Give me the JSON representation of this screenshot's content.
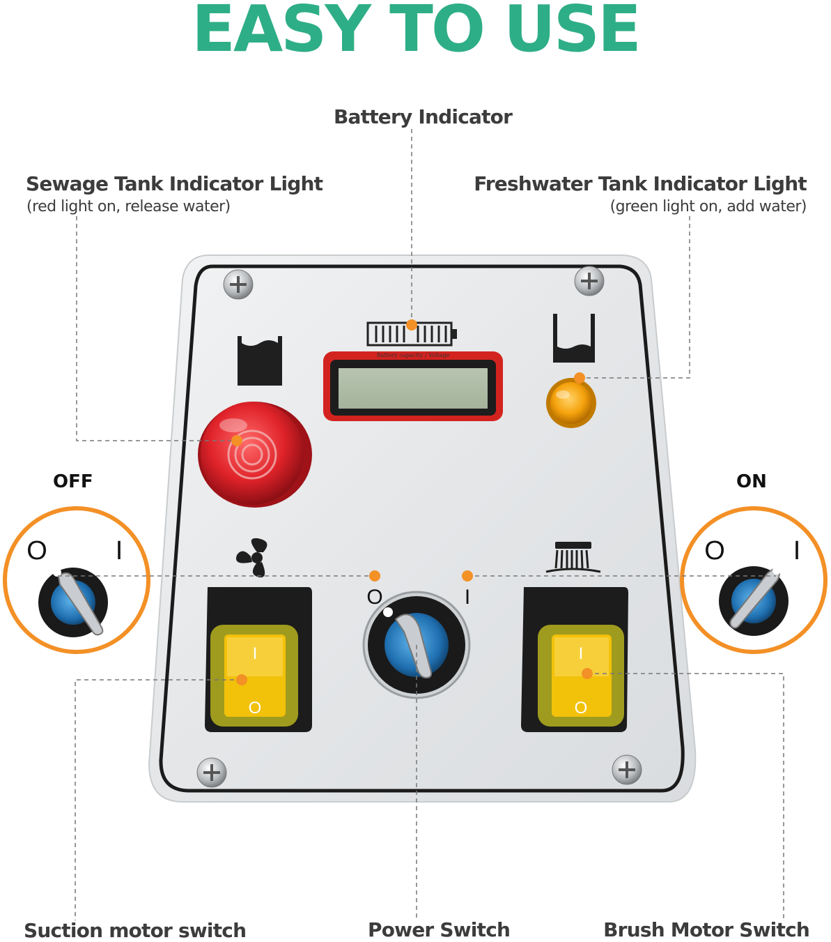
{
  "title": "EASY TO USE",
  "labels": {
    "battery_indicator": "Battery Indicator",
    "sewage_tank_title": "Sewage Tank Indicator Light",
    "sewage_tank_note": "(red light on, release water)",
    "freshwater_tank_title": "Freshwater Tank Indicator Light",
    "freshwater_tank_note": "(green light on, add water)",
    "off_state": "OFF",
    "on_state": "ON",
    "suction_motor_switch": "Suction motor switch",
    "power_switch": "Power Switch",
    "brush_motor_switch": "Brush Motor Switch"
  },
  "panel": {
    "display_caption": "Battery capacity / Voltage",
    "power_off_mark": "O",
    "power_on_mark": "I",
    "rocker_on_mark": "I",
    "rocker_off_mark": "O",
    "inset_off_mark": "O",
    "inset_on_mark": "I"
  },
  "colors": {
    "title_green": "#2eae86",
    "callout_dot": "#f39026",
    "inset_ring": "#f39026",
    "red_light": "#e0232a",
    "amber_light": "#f5a20c",
    "rocker_yellow": "#f2c10a",
    "knob_blue": "#1f6fb0"
  },
  "icons": [
    "battery-icon",
    "sewage-tank-icon",
    "freshwater-tank-icon",
    "fan-icon",
    "brush-icon",
    "screw-icon"
  ]
}
